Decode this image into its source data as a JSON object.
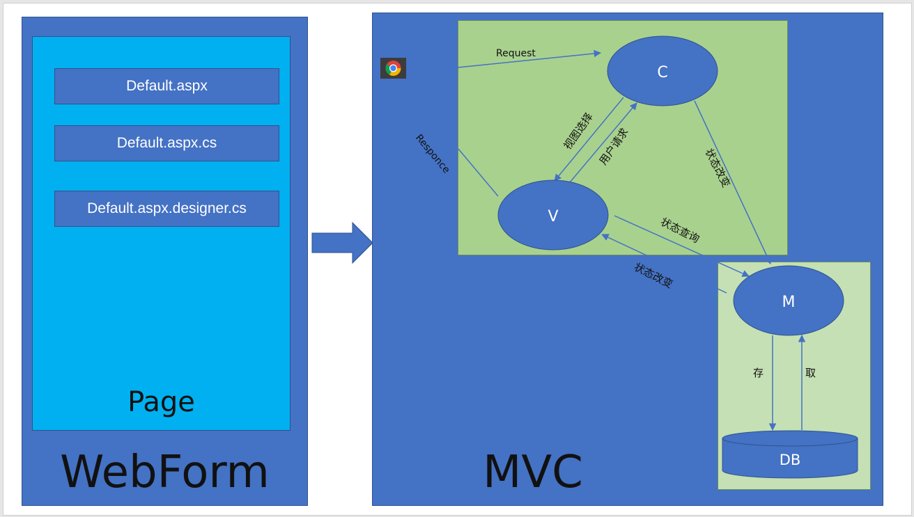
{
  "webform": {
    "title": "WebForm",
    "page_label": "Page",
    "files": [
      "Default.aspx",
      "Default.aspx.cs",
      "Default.aspx.designer.cs"
    ]
  },
  "mvc": {
    "title": "MVC",
    "nodes": {
      "c": "C",
      "v": "V",
      "m": "M",
      "db": "DB"
    },
    "edges": {
      "request": "Request",
      "responce": "Responce",
      "view_select": "视图选择",
      "user_request": "用户请求",
      "state_change_cm": "状态改变",
      "state_query": "状态查询",
      "state_change_mv": "状态改变",
      "store": "存",
      "fetch": "取"
    }
  },
  "colors": {
    "panel_blue": "#4472c4",
    "page_cyan": "#00b0f0",
    "region_green": "#a9d18e",
    "region_light_green": "#c5e0b4",
    "line_blue": "#4472c4"
  },
  "icons": [
    "chrome-browser-icon",
    "right-arrow-icon"
  ]
}
